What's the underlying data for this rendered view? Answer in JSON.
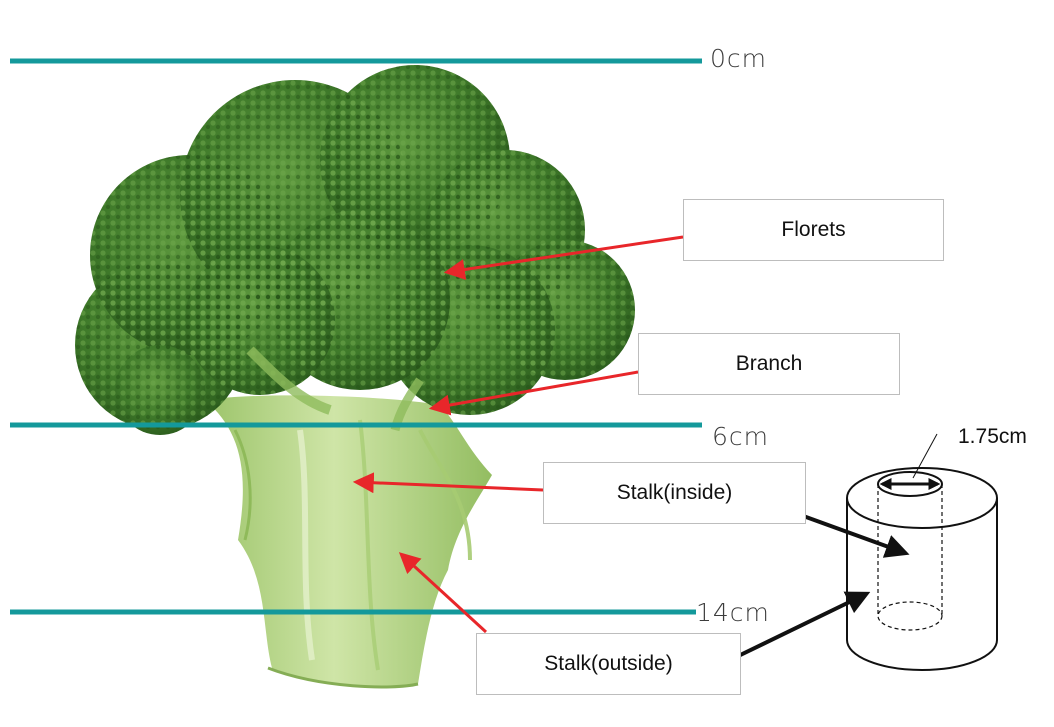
{
  "labels": {
    "florets": "Florets",
    "branch": "Branch",
    "stalk_inside": "Stalk(inside)",
    "stalk_outside": "Stalk(outside)"
  },
  "scale_marks": {
    "top": "0cm",
    "middle": "6cm",
    "bottom": "14cm"
  },
  "tube_dimension": "1.75cm",
  "colors": {
    "scale_line": "#14999b",
    "annotation_arrow": "#e8262a",
    "tube_arrow": "#111111",
    "floret_green": "#3f7a2a",
    "stalk_green": "#b9d98e"
  }
}
